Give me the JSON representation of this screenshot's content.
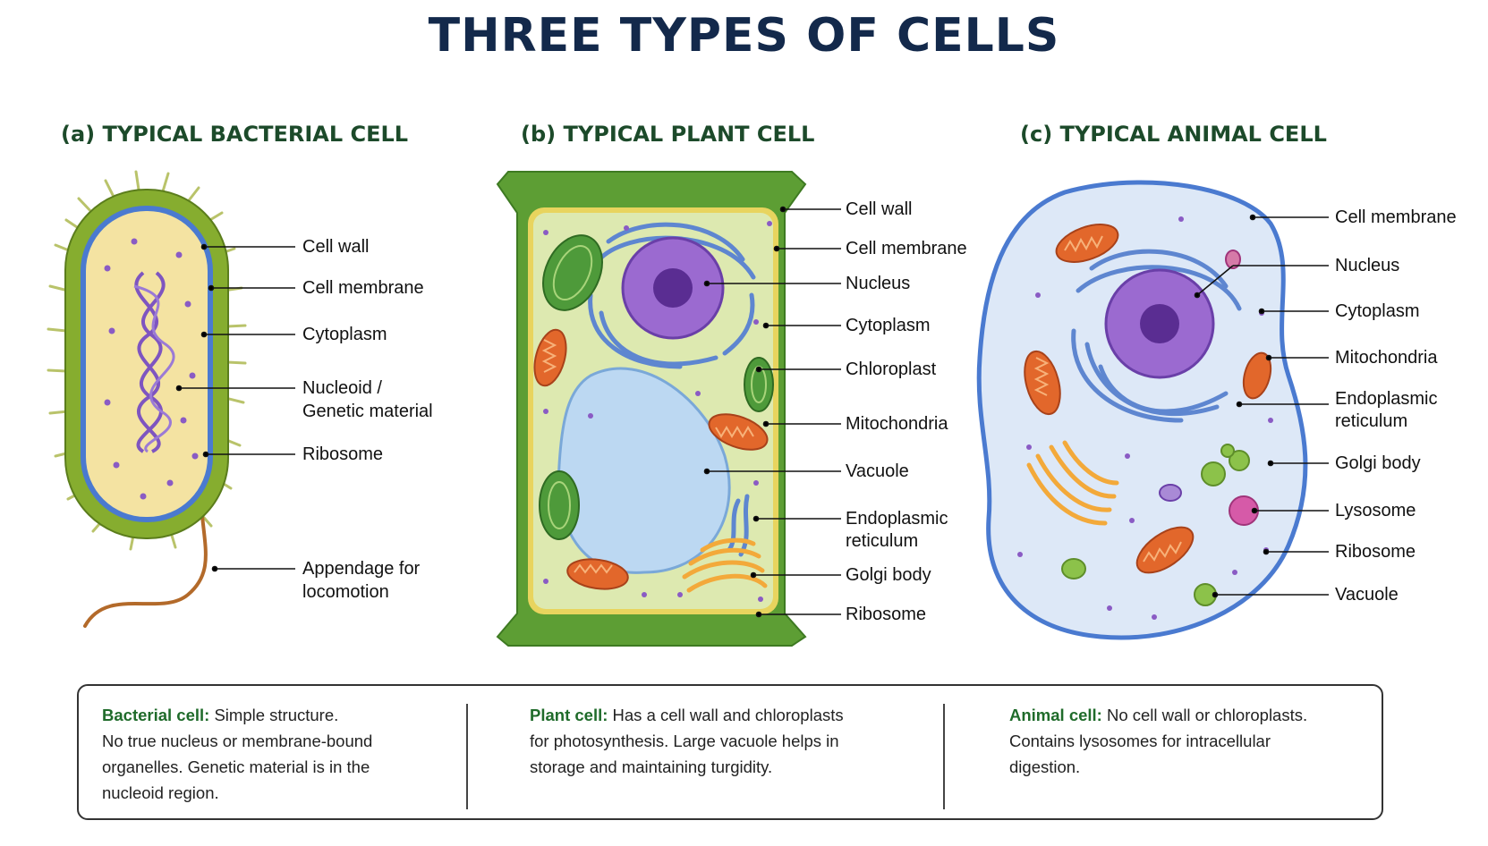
{
  "title": "THREE TYPES OF CELLS",
  "panels": {
    "bacterial": {
      "title": "(a) TYPICAL BACTERIAL CELL",
      "labels": [
        "Cell wall",
        "Cell membrane",
        "Cytoplasm",
        "Nucleoid /",
        "Genetic material",
        "Ribosome",
        "Appendage for",
        "locomotion"
      ]
    },
    "plant": {
      "title": "(b) TYPICAL PLANT CELL",
      "labels": [
        "Cell wall",
        "Cell membrane",
        "Nucleus",
        "Cytoplasm",
        "Chloroplast",
        "Mitochondria",
        "Vacuole",
        "Endoplasmic",
        "reticulum",
        "Golgi body",
        "Ribosome"
      ]
    },
    "animal": {
      "title": "(c) TYPICAL ANIMAL CELL",
      "labels": [
        "Cell membrane",
        "Nucleus",
        "Cytoplasm",
        "Mitochondria",
        "Endoplasmic",
        "reticulum",
        "Golgi body",
        "Lysosome",
        "Ribosome",
        "Vacuole"
      ]
    }
  },
  "summary": {
    "bacterial": {
      "heading": "Bacterial cell:",
      "text1": " Simple structure.",
      "text2": "No true nucleus or membrane-bound",
      "text3": "organelles. Genetic material is in the",
      "text4": "nucleoid region."
    },
    "plant": {
      "heading": "Plant cell:",
      "text1": " Has a cell wall and chloroplasts",
      "text2": "for photosynthesis. Large vacuole helps in",
      "text3": "storage and maintaining turgidity."
    },
    "animal": {
      "heading": "Animal cell:",
      "text1": " No cell wall or chloroplasts.",
      "text2": "Contains lysosomes for intracellular",
      "text3": "digestion."
    }
  },
  "colors": {
    "title": "#13294b",
    "panel_title": "#1c4a2a",
    "summary_heading": "#1f6b2a",
    "cell_wall_green": "#7aa82a",
    "plant_wall": "#5d9e34",
    "nucleus_purple": "#8a5bc4",
    "membrane_blue": "#4a7ad0",
    "cytoplasm_yellow": "#f4e3a2",
    "vacuole_blue": "#bcd8f2",
    "mito_orange": "#e2672b",
    "chloro_green": "#4e9a3a"
  }
}
